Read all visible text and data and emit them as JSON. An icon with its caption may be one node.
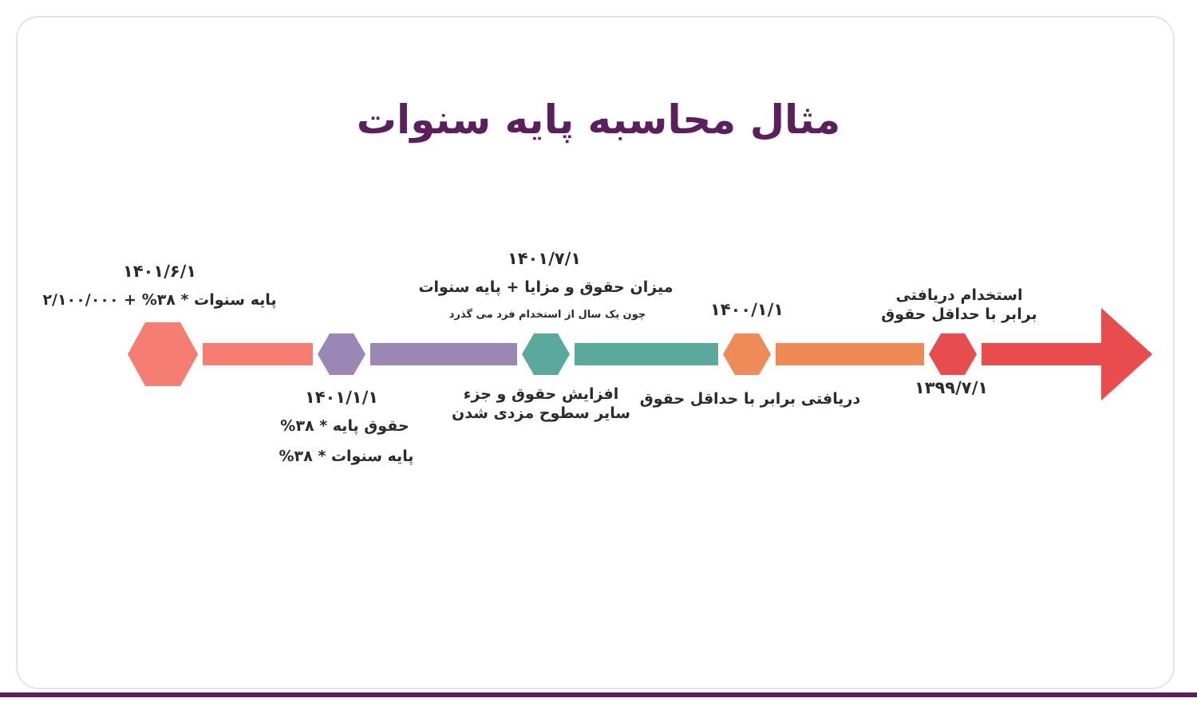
{
  "diagram": {
    "title": "مثال محاسبه پایه سنوات",
    "nodes": [
      {
        "text": [],
        "shape": "hexagon",
        "beside": [
          "استخدام دریافتی برابر با حداقل حقوق",
          "۱۳۹۹/۷/۱"
        ]
      },
      {
        "text": [],
        "shape": "hexagon",
        "beside": [
          "۱۴۰۰/۱/۱",
          "دریافتی برابر با حداقل حقوق"
        ]
      },
      {
        "text": [],
        "shape": "hexagon",
        "beside": [
          "۱۴۰۱/۷/۱",
          "میزان حقوق و مزایا + پایه سنوات",
          "چون یک سال از استخدام فرد می گذرد",
          "افزایش حقوق و جزء سایر سطوح مزدی شدن"
        ]
      },
      {
        "text": [],
        "shape": "hexagon",
        "beside": [
          "۱۴۰۱/۱/۱",
          "حقوق پایه * ۳۸%",
          "پایه سنوات * ۳۸%"
        ]
      },
      {
        "text": [],
        "shape": "hexagon",
        "beside": [
          "۱۴۰۱/۶/۱",
          "پایه سنوات * ۳۸% + ۲/۱۰۰/۰۰۰"
        ]
      }
    ],
    "edges": [
      {
        "from": 0,
        "to": null,
        "arrow": "to",
        "color": "#e84c4c"
      },
      {
        "from": 1,
        "to": 0,
        "arrow": "none",
        "color": "#ee8a55"
      },
      {
        "from": 2,
        "to": 1,
        "arrow": "none",
        "color": "#5aa99c"
      },
      {
        "from": 3,
        "to": 2,
        "arrow": "none",
        "color": "#9a87b6"
      },
      {
        "from": 4,
        "to": 3,
        "arrow": "none",
        "color": "#f57d72"
      }
    ]
  }
}
